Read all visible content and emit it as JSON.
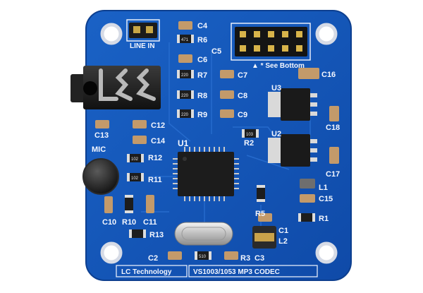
{
  "board": {
    "pcb_color": "#1457b8",
    "pcb_edge": "#0d3f8f",
    "silk_color": "#f4f7ff",
    "brand": "LC Technology",
    "product": "VS1003/1053 MP3 CODEC",
    "header_note": "See Bottom",
    "header_switch": "LINE IN",
    "mic_label": "MIC",
    "chip_labels": {
      "u1": "U1",
      "u2": "U2",
      "u3": "U3"
    }
  },
  "labels": {
    "c1": "C1",
    "c2": "C2",
    "c3": "C3",
    "c4": "C4",
    "c5": "C5",
    "c6": "C6",
    "c7": "C7",
    "c8": "C8",
    "c9": "C9",
    "c10": "C10",
    "c11": "C11",
    "c12": "C12",
    "c13": "C13",
    "c14": "C14",
    "c15": "C15",
    "c16": "C16",
    "c17": "C17",
    "c18": "C18",
    "r1": "R1",
    "r2": "R2",
    "r3": "R3",
    "r5": "R5",
    "r6": "R6",
    "r7": "R7",
    "r8": "R8",
    "r9": "R9",
    "r10": "R10",
    "r11": "R11",
    "r12": "R12",
    "r13": "R13",
    "l1": "L1",
    "l2": "L2"
  },
  "resistor_codes": {
    "r6": "471",
    "r7": "220",
    "r8": "220",
    "r9": "220",
    "r12": "102",
    "r11": "102",
    "r3": "510",
    "r2": "103"
  }
}
